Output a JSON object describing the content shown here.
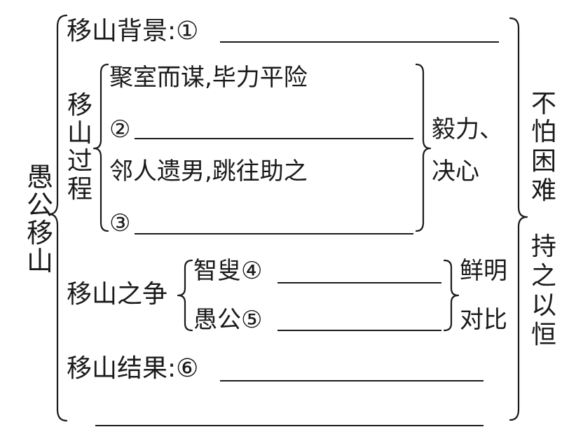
{
  "root": {
    "label": "愚公移山"
  },
  "sections": {
    "background": {
      "label": "移山背景:①"
    },
    "process": {
      "label": "移山过程",
      "items": [
        "聚室而谋,毕力平险",
        "②",
        "邻人遗男,跳往助之",
        "③"
      ],
      "summary": [
        "毅力、",
        "决心"
      ]
    },
    "dispute": {
      "label": "移山之争",
      "items": [
        "智叟④",
        "愚公⑤"
      ],
      "summary": [
        "鲜明",
        "对比"
      ]
    },
    "result": {
      "label": "移山结果:⑥"
    }
  },
  "theme": {
    "top": [
      "不",
      "怕",
      "困",
      "难"
    ],
    "bottom": [
      "持",
      "之",
      "以",
      "恒"
    ]
  }
}
